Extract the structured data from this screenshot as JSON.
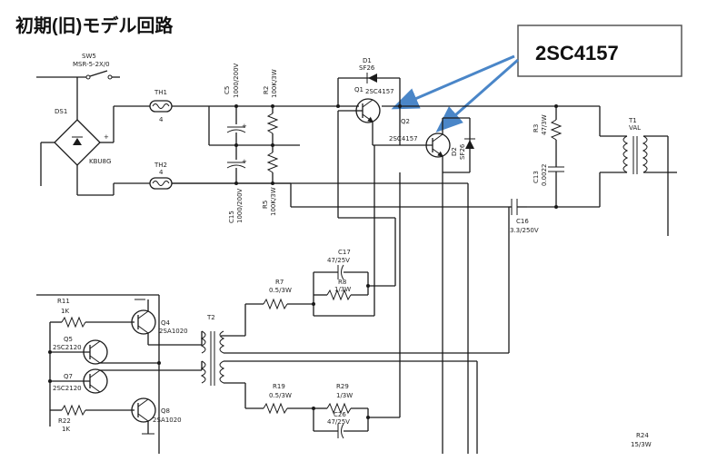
{
  "title": "初期(旧)モデル回路",
  "callout": {
    "text": "2SC4157",
    "accent": "#4a86c8",
    "border": "#555555"
  },
  "components": {
    "sw5": {
      "ref": "SW5",
      "value": "MSR-5-2X/0"
    },
    "ds1": {
      "ref": "DS1",
      "value": "KBU8G"
    },
    "th1": {
      "ref": "TH1",
      "value": "4"
    },
    "th2": {
      "ref": "TH2",
      "value": "4"
    },
    "c5": {
      "ref": "C5",
      "value": "1000/200V"
    },
    "c15": {
      "ref": "C15",
      "value": "1000/200V"
    },
    "r2": {
      "ref": "R2",
      "value": "100K/3W"
    },
    "r5": {
      "ref": "R5",
      "value": "100K/3W"
    },
    "d1": {
      "ref": "D1",
      "value": "SF26"
    },
    "d2": {
      "ref": "D2",
      "value": "SF26"
    },
    "q1": {
      "ref": "Q1",
      "value": "2SC4157"
    },
    "q2": {
      "ref": "Q2",
      "value": "2SC4157"
    },
    "r3": {
      "ref": "R3",
      "value": "47/3W"
    },
    "c13": {
      "ref": "C13",
      "value": "0.0022"
    },
    "c16": {
      "ref": "C16",
      "value": "3.3/250V"
    },
    "t1": {
      "ref": "T1",
      "value": "VAL"
    },
    "c17": {
      "ref": "C17",
      "value": "47/25V"
    },
    "r8": {
      "ref": "R8",
      "value": "1/3W"
    },
    "r7": {
      "ref": "R7",
      "value": "0.5/3W"
    },
    "r11": {
      "ref": "R11",
      "value": "1K"
    },
    "q4": {
      "ref": "Q4",
      "value": "2SA1020"
    },
    "q5": {
      "ref": "Q5",
      "value": "2SC2120"
    },
    "q7": {
      "ref": "Q7",
      "value": "2SC2120"
    },
    "q8": {
      "ref": "Q8",
      "value": "2SA1020"
    },
    "r22": {
      "ref": "R22",
      "value": "1K"
    },
    "t2": {
      "ref": "T2",
      "value": ""
    },
    "r19": {
      "ref": "R19",
      "value": "0.5/3W"
    },
    "r29": {
      "ref": "R29",
      "value": "1/3W"
    },
    "c26": {
      "ref": "C26",
      "value": "47/25V"
    },
    "r24": {
      "ref": "R24",
      "value": "15/3W"
    }
  }
}
